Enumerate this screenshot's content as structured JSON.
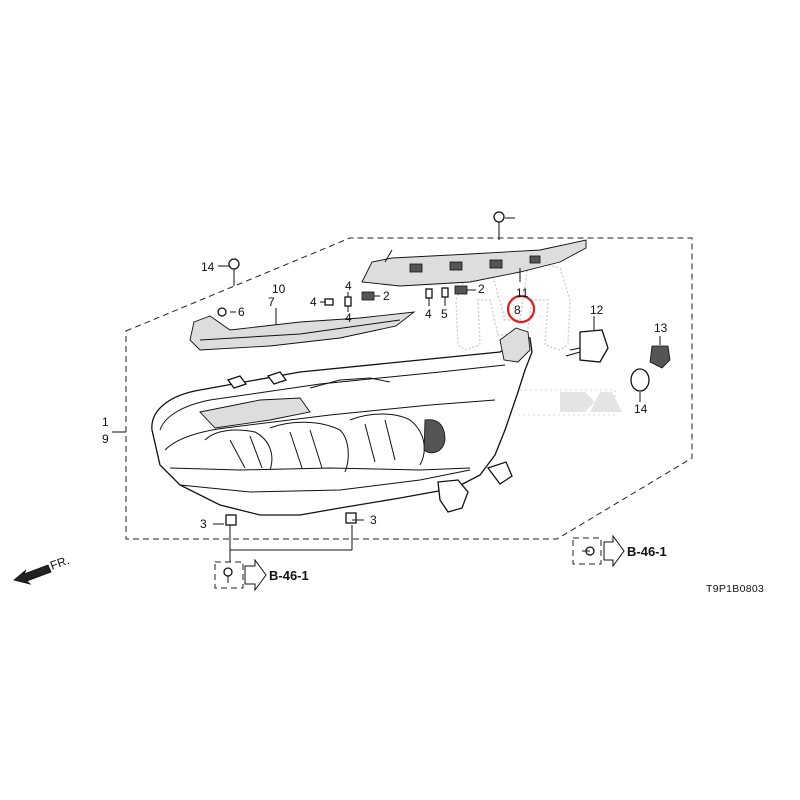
{
  "diagram": {
    "callouts": [
      {
        "id": "c1",
        "text": "1"
      },
      {
        "id": "c9",
        "text": "9"
      },
      {
        "id": "c2a",
        "text": "2"
      },
      {
        "id": "c2b",
        "text": "2"
      },
      {
        "id": "c3a",
        "text": "3"
      },
      {
        "id": "c3b",
        "text": "3"
      },
      {
        "id": "c4a",
        "text": "4"
      },
      {
        "id": "c4b",
        "text": "4"
      },
      {
        "id": "c4c",
        "text": "4"
      },
      {
        "id": "c4d",
        "text": "4"
      },
      {
        "id": "c5",
        "text": "5"
      },
      {
        "id": "c6",
        "text": "6"
      },
      {
        "id": "c10",
        "text": "10"
      },
      {
        "id": "c7",
        "text": "7"
      },
      {
        "id": "c11",
        "text": "11"
      },
      {
        "id": "c8",
        "text": "8"
      },
      {
        "id": "c12",
        "text": "12"
      },
      {
        "id": "c13",
        "text": "13"
      },
      {
        "id": "c14a",
        "text": "14"
      },
      {
        "id": "c14b",
        "text": "14"
      }
    ],
    "references": [
      {
        "id": "ref-left",
        "text": "B-46-1"
      },
      {
        "id": "ref-right",
        "text": "B-46-1"
      }
    ],
    "front_arrow_label": "FR.",
    "diagram_code": "T9P1B0803",
    "highlight_color": "#e31b1b",
    "highlighted_callout": "11"
  }
}
